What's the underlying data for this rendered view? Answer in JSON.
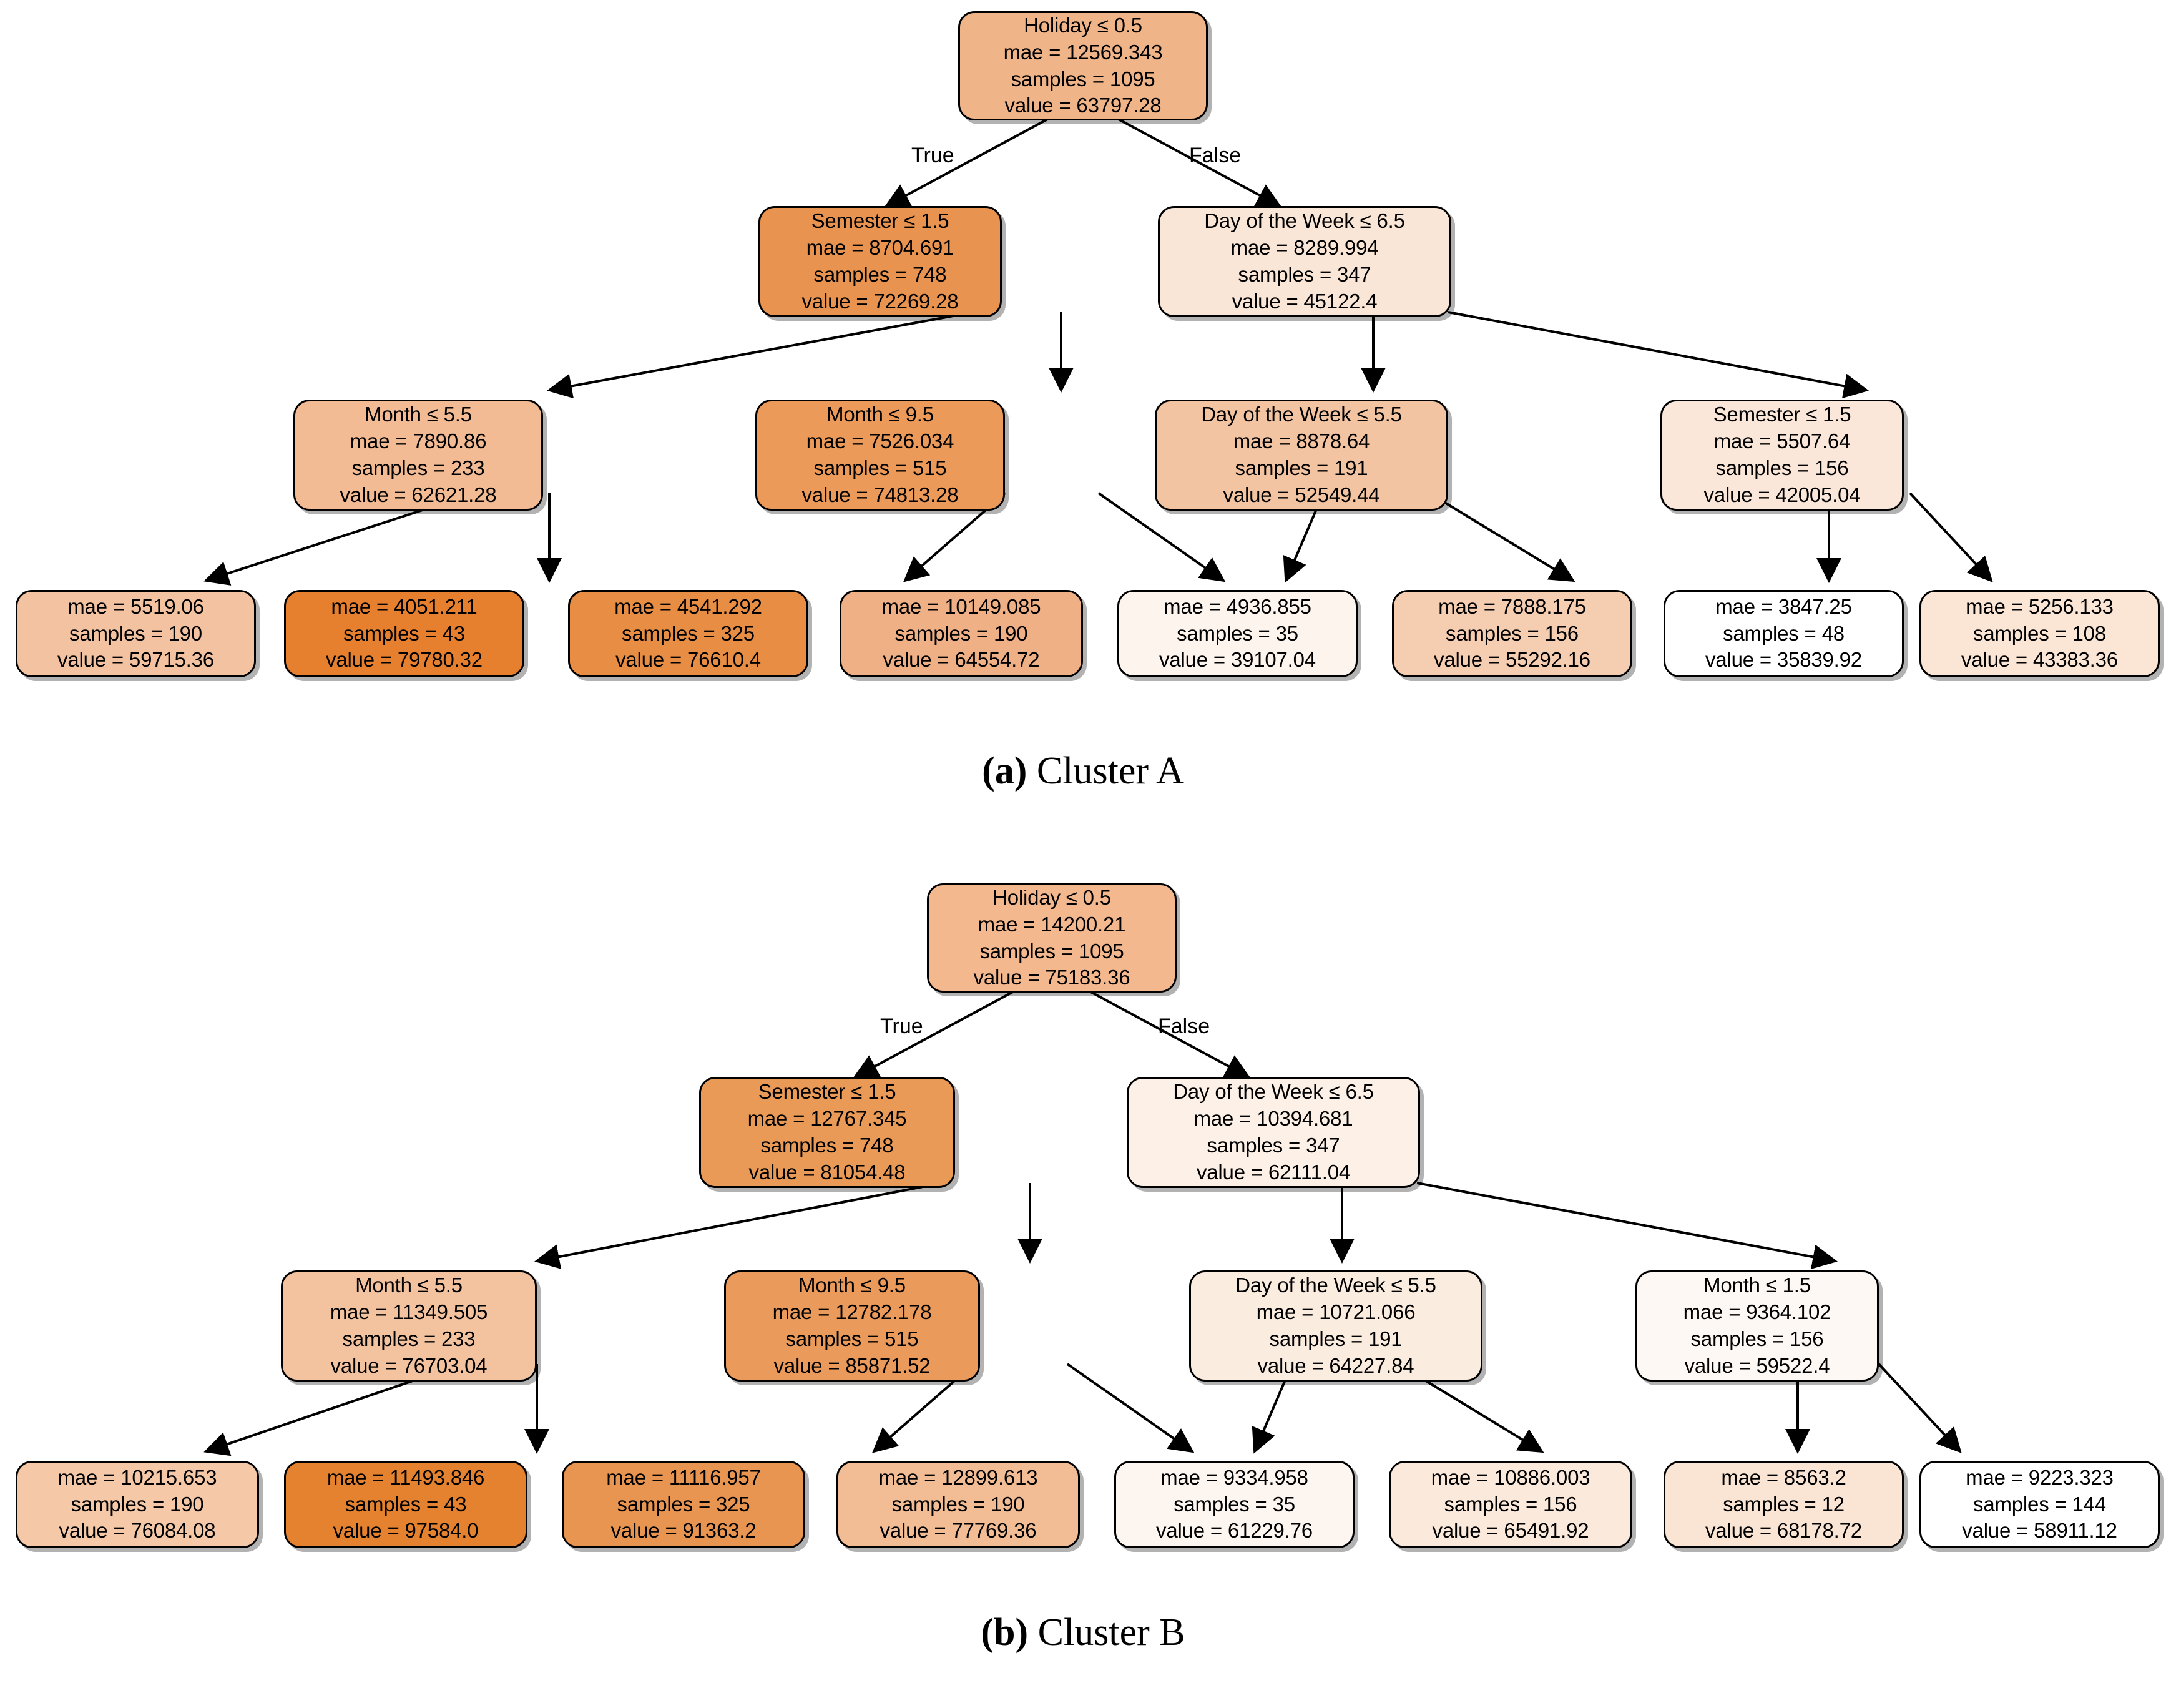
{
  "figure": {
    "background": "#ffffff",
    "node_border_color": "#000000",
    "edge_color": "#000000"
  },
  "panels": [
    {
      "id": "cluster-a",
      "caption_prefix": "(a)",
      "caption_text": " Cluster A",
      "edge_labels": {
        "true": "True",
        "false": "False"
      },
      "nodes": [
        {
          "id": "a-root",
          "level": 0,
          "col": 0,
          "fill": "#f0b489",
          "condition": "Holiday ≤ 0.5",
          "mae": "mae = 12569.343",
          "samples": "samples = 1095",
          "value": "value = 63797.28"
        },
        {
          "id": "a-l1",
          "level": 1,
          "col": 0,
          "fill": "#e8934f",
          "condition": "Semester ≤ 1.5",
          "mae": "mae = 8704.691",
          "samples": "samples = 748",
          "value": "value = 72269.28"
        },
        {
          "id": "a-l1r",
          "level": 1,
          "col": 1,
          "fill": "#fae6d7",
          "condition": "Day of the Week ≤ 6.5",
          "mae": "mae = 8289.994",
          "samples": "samples = 347",
          "value": "value = 45122.4"
        },
        {
          "id": "a-l2a",
          "level": 2,
          "col": 0,
          "fill": "#f2bb94",
          "condition": "Month ≤ 5.5",
          "mae": "mae = 7890.86",
          "samples": "samples = 233",
          "value": "value = 62621.28"
        },
        {
          "id": "a-l2b",
          "level": 2,
          "col": 1,
          "fill": "#eb9a59",
          "condition": "Month ≤ 9.5",
          "mae": "mae = 7526.034",
          "samples": "samples = 515",
          "value": "value = 74813.28"
        },
        {
          "id": "a-l2c",
          "level": 2,
          "col": 2,
          "fill": "#f3c4a1",
          "condition": "Day of the Week ≤ 5.5",
          "mae": "mae = 8878.64",
          "samples": "samples = 191",
          "value": "value = 52549.44"
        },
        {
          "id": "a-l2d",
          "level": 2,
          "col": 3,
          "fill": "#fbe7d9",
          "condition": "Semester ≤ 1.5",
          "mae": "mae = 5507.64",
          "samples": "samples = 156",
          "value": "value = 42005.04"
        },
        {
          "id": "a-leaf1",
          "level": 3,
          "col": 0,
          "fill": "#f3c2a0",
          "condition": "",
          "mae": "mae = 5519.06",
          "samples": "samples = 190",
          "value": "value = 59715.36"
        },
        {
          "id": "a-leaf2",
          "level": 3,
          "col": 1,
          "fill": "#e6802f",
          "condition": "",
          "mae": "mae = 4051.211",
          "samples": "samples = 43",
          "value": "value = 79780.32"
        },
        {
          "id": "a-leaf3",
          "level": 3,
          "col": 2,
          "fill": "#e88e44",
          "condition": "",
          "mae": "mae = 4541.292",
          "samples": "samples = 325",
          "value": "value = 76610.4"
        },
        {
          "id": "a-leaf4",
          "level": 3,
          "col": 3,
          "fill": "#f0b086",
          "condition": "",
          "mae": "mae = 10149.085",
          "samples": "samples = 190",
          "value": "value = 64554.72"
        },
        {
          "id": "a-leaf5",
          "level": 3,
          "col": 4,
          "fill": "#fdf4ee",
          "condition": "",
          "mae": "mae = 4936.855",
          "samples": "samples = 35",
          "value": "value = 39107.04"
        },
        {
          "id": "a-leaf6",
          "level": 3,
          "col": 5,
          "fill": "#f5cdb0",
          "condition": "",
          "mae": "mae = 7888.175",
          "samples": "samples = 156",
          "value": "value = 55292.16"
        },
        {
          "id": "a-leaf7",
          "level": 3,
          "col": 6,
          "fill": "#ffffff",
          "condition": "",
          "mae": "mae = 3847.25",
          "samples": "samples = 48",
          "value": "value = 35839.92"
        },
        {
          "id": "a-leaf8",
          "level": 3,
          "col": 7,
          "fill": "#fbe6d6",
          "condition": "",
          "mae": "mae = 5256.133",
          "samples": "samples = 108",
          "value": "value = 43383.36"
        }
      ]
    },
    {
      "id": "cluster-b",
      "caption_prefix": "(b)",
      "caption_text": " Cluster B",
      "edge_labels": {
        "true": "True",
        "false": "False"
      },
      "nodes": [
        {
          "id": "b-root",
          "level": 0,
          "col": 0,
          "fill": "#f3b88e",
          "condition": "Holiday ≤ 0.5",
          "mae": "mae = 14200.21",
          "samples": "samples = 1095",
          "value": "value = 75183.36"
        },
        {
          "id": "b-l1",
          "level": 1,
          "col": 0,
          "fill": "#ea9a57",
          "condition": "Semester ≤ 1.5",
          "mae": "mae = 12767.345",
          "samples": "samples = 748",
          "value": "value = 81054.48"
        },
        {
          "id": "b-l1r",
          "level": 1,
          "col": 1,
          "fill": "#fcf0e7",
          "condition": "Day of the Week ≤ 6.5",
          "mae": "mae = 10394.681",
          "samples": "samples = 347",
          "value": "value = 62111.04"
        },
        {
          "id": "b-l2a",
          "level": 2,
          "col": 0,
          "fill": "#f3c3a0",
          "condition": "Month ≤ 5.5",
          "mae": "mae = 11349.505",
          "samples": "samples = 233",
          "value": "value = 76703.04"
        },
        {
          "id": "b-l2b",
          "level": 2,
          "col": 1,
          "fill": "#ea9a5a",
          "condition": "Month ≤ 9.5",
          "mae": "mae = 12782.178",
          "samples": "samples = 515",
          "value": "value = 85871.52"
        },
        {
          "id": "b-l2c",
          "level": 2,
          "col": 2,
          "fill": "#fbece0",
          "condition": "Day of the Week ≤ 5.5",
          "mae": "mae = 10721.066",
          "samples": "samples = 191",
          "value": "value = 64227.84"
        },
        {
          "id": "b-l2d",
          "level": 2,
          "col": 3,
          "fill": "#fdf8f4",
          "condition": "Month ≤ 1.5",
          "mae": "mae = 9364.102",
          "samples": "samples = 156",
          "value": "value = 59522.4"
        },
        {
          "id": "b-leaf1",
          "level": 3,
          "col": 0,
          "fill": "#f5c9a8",
          "condition": "",
          "mae": "mae = 10215.653",
          "samples": "samples = 190",
          "value": "value = 76084.08"
        },
        {
          "id": "b-leaf2",
          "level": 3,
          "col": 1,
          "fill": "#e5822f",
          "condition": "",
          "mae": "mae = 11493.846",
          "samples": "samples = 43",
          "value": "value = 97584.0"
        },
        {
          "id": "b-leaf3",
          "level": 3,
          "col": 2,
          "fill": "#e99552",
          "condition": "",
          "mae": "mae = 11116.957",
          "samples": "samples = 325",
          "value": "value = 91363.2"
        },
        {
          "id": "b-leaf4",
          "level": 3,
          "col": 3,
          "fill": "#f2bd95",
          "condition": "",
          "mae": "mae = 12899.613",
          "samples": "samples = 190",
          "value": "value = 77769.36"
        },
        {
          "id": "b-leaf5",
          "level": 3,
          "col": 4,
          "fill": "#fdf5ef",
          "condition": "",
          "mae": "mae = 9334.958",
          "samples": "samples = 35",
          "value": "value = 61229.76"
        },
        {
          "id": "b-leaf6",
          "level": 3,
          "col": 5,
          "fill": "#fbeadb",
          "condition": "",
          "mae": "mae = 10886.003",
          "samples": "samples = 156",
          "value": "value = 65491.92"
        },
        {
          "id": "b-leaf7",
          "level": 3,
          "col": 6,
          "fill": "#fae5d4",
          "condition": "",
          "mae": "mae = 8563.2",
          "samples": "samples = 12",
          "value": "value = 68178.72"
        },
        {
          "id": "b-leaf8",
          "level": 3,
          "col": 7,
          "fill": "#ffffff",
          "condition": "",
          "mae": "mae = 9223.323",
          "samples": "samples = 144",
          "value": "value = 58911.12"
        }
      ]
    }
  ]
}
